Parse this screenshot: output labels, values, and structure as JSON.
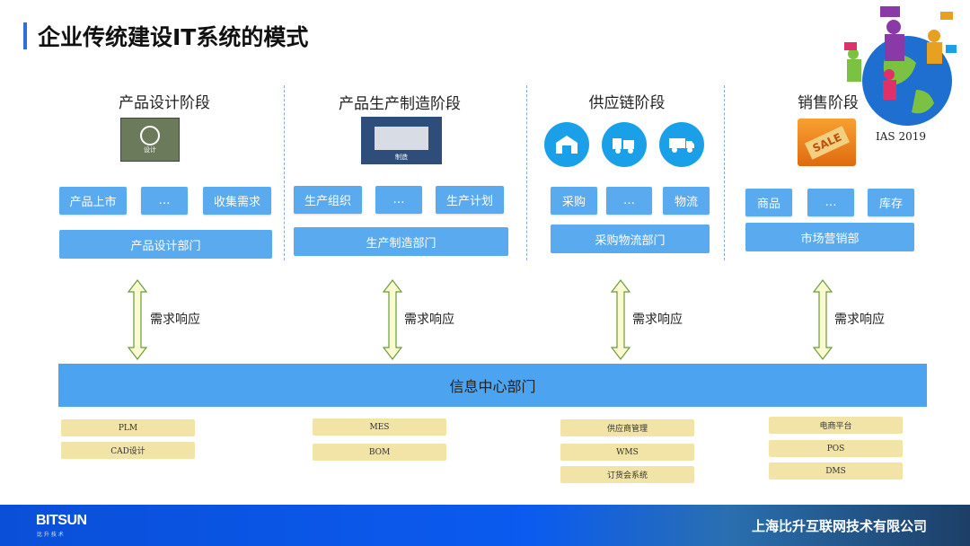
{
  "header": {
    "title": "企业传统建设IT系统的模式",
    "badge": "IAS 2019"
  },
  "stages": [
    {
      "title": "产品设计阶段",
      "icon_label": "设计",
      "buttons": [
        "产品上市",
        "…",
        "收集需求"
      ],
      "dept": "产品设计部门",
      "systems": [
        "PLM",
        "CAD设计"
      ]
    },
    {
      "title": "产品生产制造阶段",
      "icon_label": "制造",
      "buttons": [
        "生产组织",
        "…",
        "生产计划"
      ],
      "dept": "生产制造部门",
      "systems": [
        "MES",
        "BOM"
      ]
    },
    {
      "title": "供应链阶段",
      "buttons": [
        "采购",
        "…",
        "物流"
      ],
      "dept": "采购物流部门",
      "systems": [
        "供应商管理",
        "WMS",
        "订货会系统"
      ]
    },
    {
      "title": "销售阶段",
      "icon_label": "SALE",
      "buttons": [
        "商品",
        "…",
        "库存"
      ],
      "dept": "市场营销部",
      "systems": [
        "电商平台",
        "POS",
        "DMS"
      ]
    }
  ],
  "response_label": "需求响应",
  "info_center": "信息中心部门",
  "footer": {
    "logo": "BITSUN",
    "logo_sub": "比 升 技 术",
    "company": "上海比升互联网技术有限公司"
  }
}
